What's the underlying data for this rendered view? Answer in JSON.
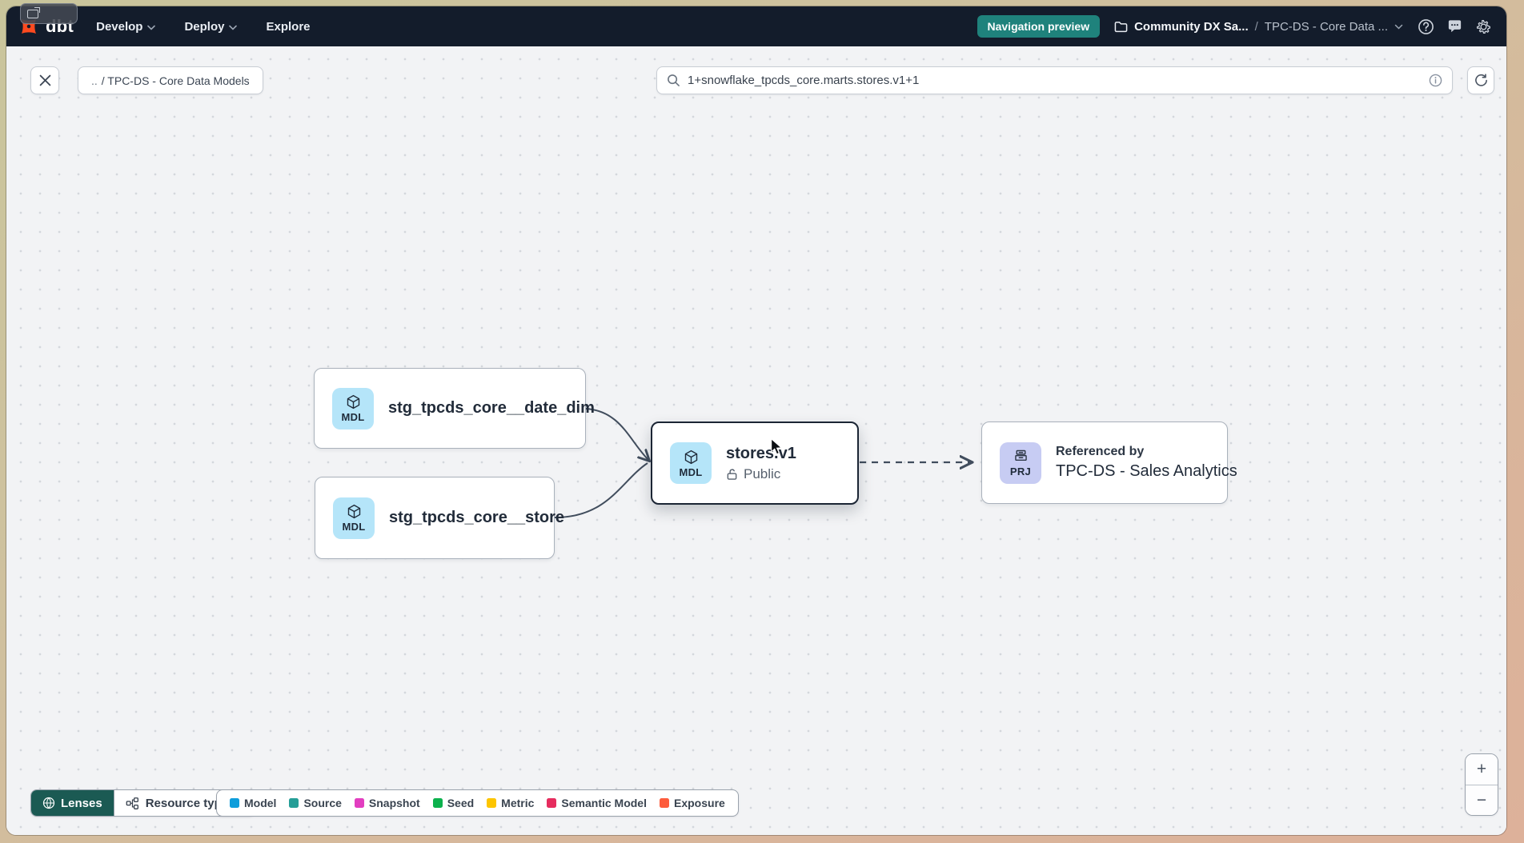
{
  "navbar": {
    "logo_text": "dbt",
    "menus": [
      {
        "label": "Develop"
      },
      {
        "label": "Deploy"
      },
      {
        "label": "Explore"
      }
    ],
    "preview_badge": "Navigation preview",
    "account": "Community DX Sa...",
    "separator": "/",
    "project": "TPC-DS - Core Data ..."
  },
  "toolbar": {
    "breadcrumb_back": "..",
    "breadcrumb_path": "/ TPC-DS - Core Data Models",
    "search_value": "1+snowflake_tpcds_core.marts.stores.v1+1"
  },
  "graph": {
    "nodes": [
      {
        "badge": "MDL",
        "label": "stg_tpcds_core__date_dim"
      },
      {
        "badge": "MDL",
        "label": "stg_tpcds_core__store"
      },
      {
        "badge": "MDL",
        "label": "stores.v1",
        "sublabel": "Public"
      },
      {
        "badge": "PRJ",
        "pretitle": "Referenced by",
        "label": "TPC-DS - Sales Analytics"
      }
    ]
  },
  "footer": {
    "lenses_label": "Lenses",
    "resource_type_label": "Resource type",
    "legend": [
      {
        "label": "Model",
        "color": "#0d9ddb"
      },
      {
        "label": "Source",
        "color": "#259e97"
      },
      {
        "label": "Snapshot",
        "color": "#e23ec0"
      },
      {
        "label": "Seed",
        "color": "#0cb14d"
      },
      {
        "label": "Metric",
        "color": "#fdc500"
      },
      {
        "label": "Semantic Model",
        "color": "#e62c5e"
      },
      {
        "label": "Exposure",
        "color": "#fd5c3c"
      }
    ],
    "zoom_in": "+",
    "zoom_out": "−"
  }
}
